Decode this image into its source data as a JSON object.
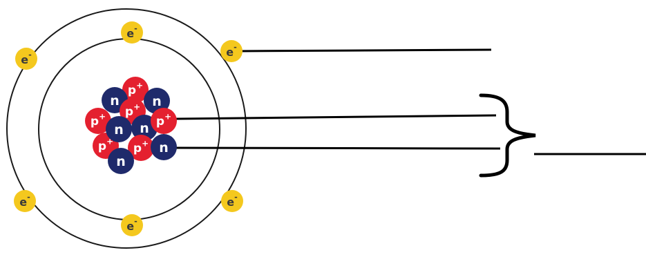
{
  "colors": {
    "electron": "#f4c81e",
    "electron_text": "#3a3a3a",
    "proton": "#e4202f",
    "neutron": "#1f2a6b",
    "particle_text": "#ffffff",
    "orbit": "#1a1a1a",
    "pointer": "#000000"
  },
  "labels": {
    "electron": "e",
    "electron_charge": "-",
    "proton": "p",
    "proton_charge": "+",
    "neutron": "n"
  },
  "counts": {
    "inner_shell_electrons": 2,
    "outer_shell_electrons": 4,
    "protons": 6,
    "neutrons": 6
  }
}
